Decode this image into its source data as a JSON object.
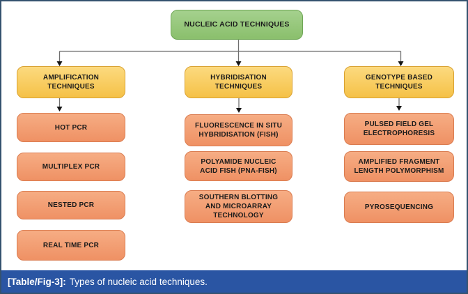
{
  "figure": {
    "caption_label": "[Table/Fig-3]:",
    "caption_text": "Types of nucleic acid techniques."
  },
  "colors": {
    "frame_border": "#35526f",
    "caption_bar": "#2a55a3",
    "caption_text": "#ffffff",
    "root_fill_top": "#a5d18e",
    "root_fill_bottom": "#8abf6c",
    "root_border": "#6fa656",
    "category_fill_top": "#fcda7f",
    "category_fill_bottom": "#f5c147",
    "category_border": "#d9a130",
    "item_fill_top": "#f6ad84",
    "item_fill_bottom": "#ef9164",
    "item_border": "#da7c50",
    "connector_line": "#6f6f6f",
    "arrowhead": "#141414",
    "node_text": "#1b1b1b"
  },
  "diagram": {
    "root": {
      "label": "NUCLEIC ACID TECHNIQUES"
    },
    "columns": [
      {
        "header": "AMPLIFICATION TECHNIQUES",
        "items": [
          "HOT PCR",
          "MULTIPLEX PCR",
          "NESTED PCR",
          "REAL TIME PCR"
        ]
      },
      {
        "header": "HYBRIDISATION TECHNIQUES",
        "items": [
          "FLUORESCENCE IN SITU HYBRIDISATION (FISH)",
          "POLYAMIDE NUCLEIC ACID FISH (PNA-FISH)",
          "SOUTHERN BLOTTING AND MICROARRAY TECHNOLOGY"
        ]
      },
      {
        "header": "GENOTYPE BASED TECHNIQUES",
        "items": [
          "PULSED FIELD GEL ELECTROPHORESIS",
          "AMPLIFIED FRAGMENT LENGTH POLYMORPHISM",
          "PYROSEQUENCING"
        ]
      }
    ]
  }
}
